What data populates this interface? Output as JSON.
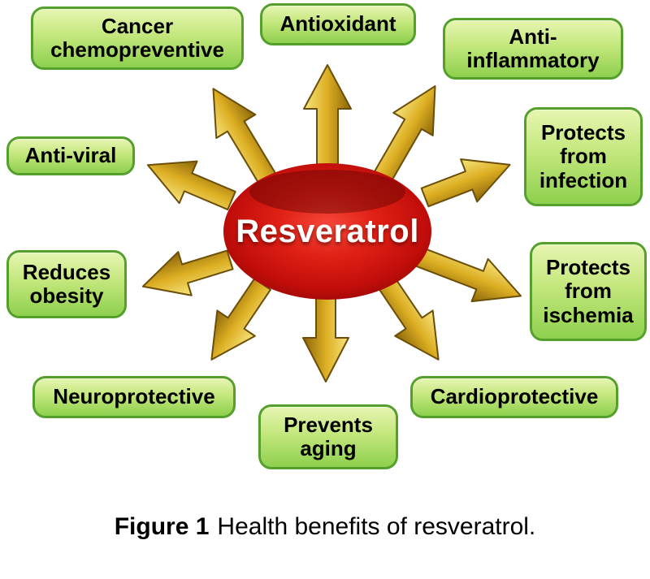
{
  "diagram": {
    "center": {
      "label": "Resveratrol"
    },
    "benefits": [
      {
        "id": "cancer-chemopreventive",
        "label": "Cancer chemopreventive"
      },
      {
        "id": "antioxidant",
        "label": "Antioxidant"
      },
      {
        "id": "anti-inflammatory",
        "label": "Anti-inflammatory"
      },
      {
        "id": "anti-viral",
        "label": "Anti-viral"
      },
      {
        "id": "protects-from-infection",
        "label": "Protects from infection"
      },
      {
        "id": "reduces-obesity",
        "label": "Reduces obesity"
      },
      {
        "id": "protects-from-ischemia",
        "label": "Protects from ischemia"
      },
      {
        "id": "neuroprotective",
        "label": "Neuroprotective"
      },
      {
        "id": "prevents-aging",
        "label": "Prevents aging"
      },
      {
        "id": "cardioprotective",
        "label": "Cardioprotective"
      }
    ],
    "caption": {
      "figure_label": "Figure 1",
      "text": "Health benefits of resveratrol."
    },
    "colors": {
      "box_green_light": "#e7f5b2",
      "box_green_dark": "#8ed04e",
      "box_border": "#55a02c",
      "arrow_gold": "#dcae22",
      "arrow_outline": "#6b4e08",
      "ellipse_red": "#d81510",
      "center_text": "#ffffff",
      "caption_text": "#000000"
    }
  }
}
